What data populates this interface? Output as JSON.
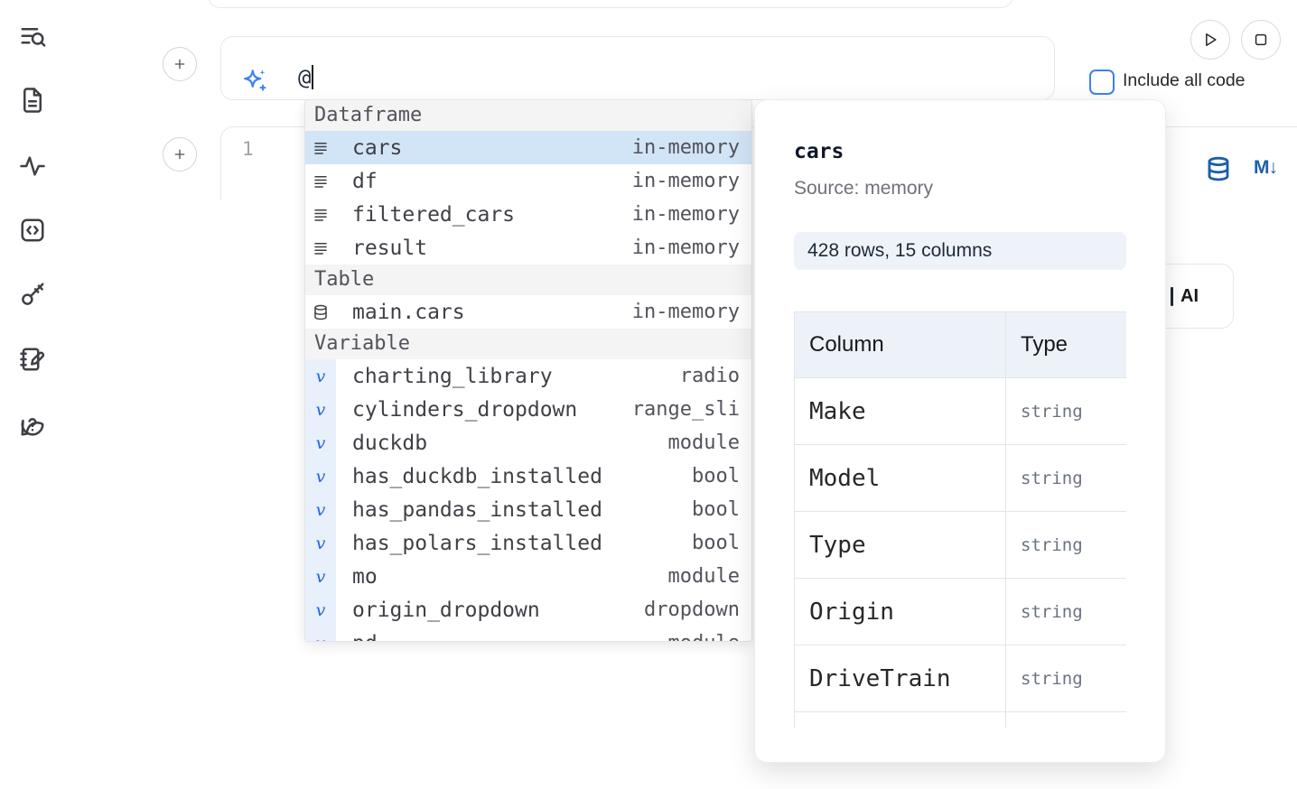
{
  "colors": {
    "accent_blue": "#2563eb",
    "icon_blue": "#1e5fa8",
    "selection_blue": "#d2e5f7",
    "section_header_bg": "#f4f4f5",
    "badge_bg": "#edf3f9"
  },
  "sidebar": {
    "icons": [
      {
        "name": "search-panel"
      },
      {
        "name": "files"
      },
      {
        "name": "tracing"
      },
      {
        "name": "snippets"
      },
      {
        "name": "secrets"
      },
      {
        "name": "scratchpad"
      },
      {
        "name": "help"
      }
    ]
  },
  "run_controls": {
    "include_all_code_label": "Include all code"
  },
  "ai_prompt": {
    "value": "@"
  },
  "editor": {
    "line_number": "1",
    "markdown_icon": "M↓"
  },
  "overlay_button": {
    "visible_label": "AI"
  },
  "autocomplete": {
    "sections": [
      {
        "label": "Dataframe",
        "items": [
          {
            "name": "cars",
            "type": "in-memory",
            "selected": true
          },
          {
            "name": "df",
            "type": "in-memory"
          },
          {
            "name": "filtered_cars",
            "type": "in-memory"
          },
          {
            "name": "result",
            "type": "in-memory"
          }
        ]
      },
      {
        "label": "Table",
        "items": [
          {
            "name": "main.cars",
            "type": "in-memory"
          }
        ]
      },
      {
        "label": "Variable",
        "items": [
          {
            "name": "charting_library",
            "type": "radio"
          },
          {
            "name": "cylinders_dropdown",
            "type": "range_sli"
          },
          {
            "name": "duckdb",
            "type": "module"
          },
          {
            "name": "has_duckdb_installed",
            "type": "bool"
          },
          {
            "name": "has_pandas_installed",
            "type": "bool"
          },
          {
            "name": "has_polars_installed",
            "type": "bool"
          },
          {
            "name": "mo",
            "type": "module"
          },
          {
            "name": "origin_dropdown",
            "type": "dropdown"
          },
          {
            "name": "pd",
            "type": "module"
          }
        ]
      }
    ]
  },
  "preview": {
    "title": "cars",
    "source": "Source: memory",
    "shape": "428 rows, 15 columns",
    "table": {
      "headers": [
        "Column",
        "Type"
      ],
      "rows": [
        [
          "Make",
          "string"
        ],
        [
          "Model",
          "string"
        ],
        [
          "Type",
          "string"
        ],
        [
          "Origin",
          "string"
        ],
        [
          "DriveTrain",
          "string"
        ]
      ]
    }
  }
}
